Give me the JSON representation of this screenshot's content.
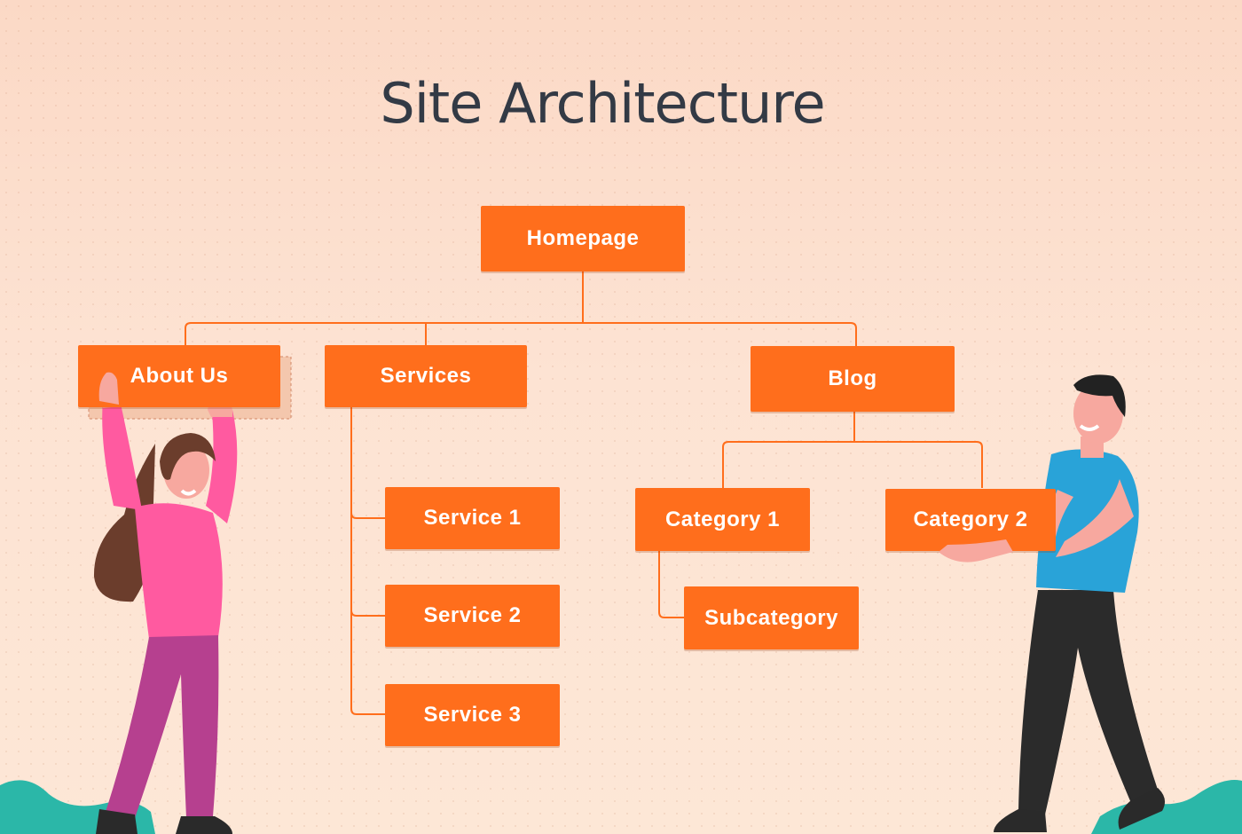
{
  "title": "Site Architecture",
  "nodes": {
    "homepage": "Homepage",
    "about": "About Us",
    "services": "Services",
    "blog": "Blog",
    "service1": "Service 1",
    "service2": "Service 2",
    "service3": "Service 3",
    "category1": "Category 1",
    "category2": "Category 2",
    "subcategory": "Subcategory"
  },
  "colors": {
    "node": "#ff6e1c",
    "connector": "#ff6e1c",
    "title": "#333a45"
  }
}
